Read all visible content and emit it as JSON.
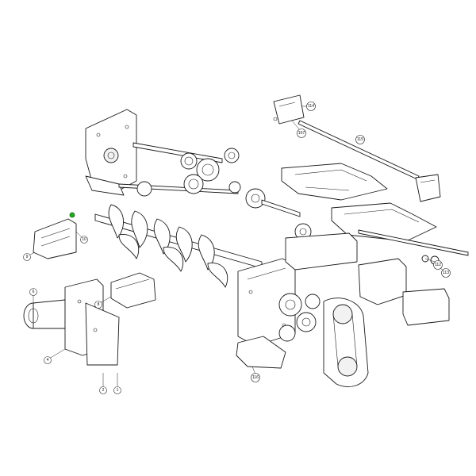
{
  "colors": {
    "line": "#1a1a1a",
    "background": "#ffffff",
    "highlight": "#22aa22"
  },
  "callouts": [
    {
      "id": "c114",
      "label": "114"
    },
    {
      "id": "c107",
      "label": "107"
    },
    {
      "id": "c115",
      "label": "115"
    },
    {
      "id": "c9",
      "label": "9"
    },
    {
      "id": "c8",
      "label": "8"
    },
    {
      "id": "c6",
      "label": "6"
    },
    {
      "id": "c4",
      "label": "4"
    },
    {
      "id": "c2",
      "label": "2"
    },
    {
      "id": "c1",
      "label": "1"
    },
    {
      "id": "c10",
      "label": "10"
    },
    {
      "id": "c112",
      "label": "112"
    },
    {
      "id": "c113",
      "label": "113"
    },
    {
      "id": "c116",
      "label": "116"
    }
  ]
}
